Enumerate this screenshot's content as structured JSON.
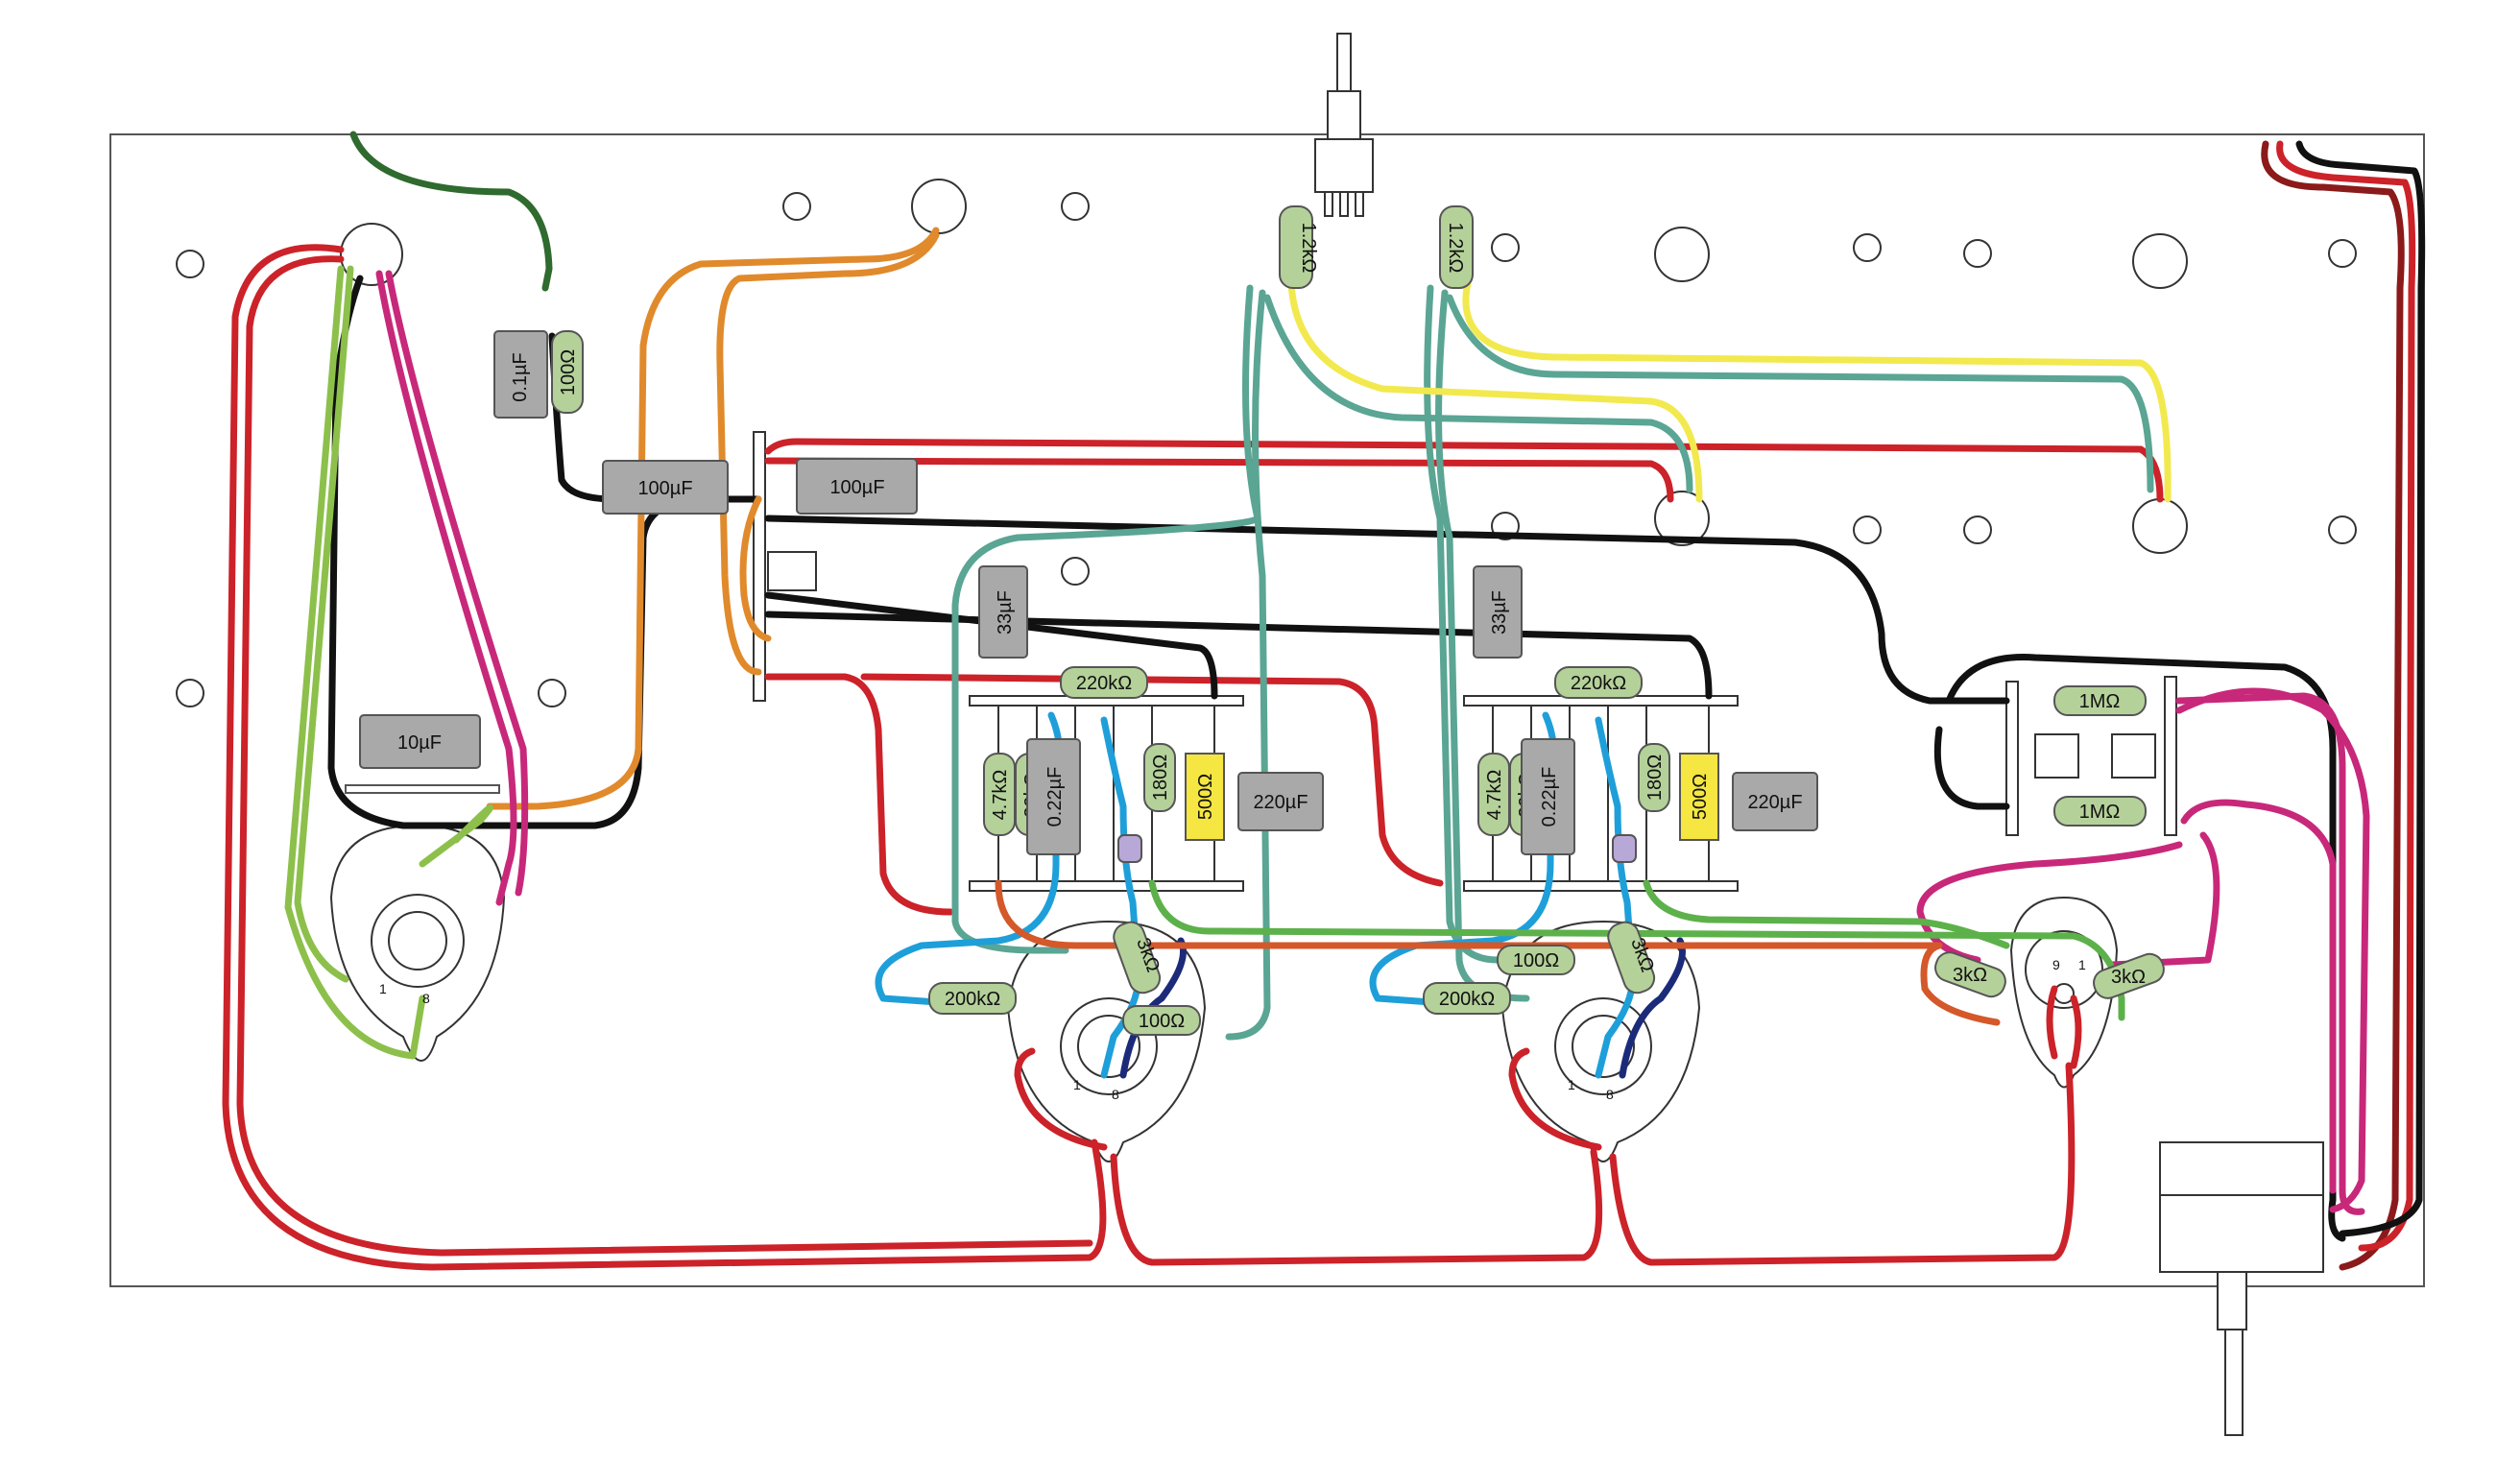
{
  "colors": {
    "red": "#cc2229",
    "black": "#111111",
    "orange": "#e08a2c",
    "yellow": "#f2e94e",
    "teal": "#5aa593",
    "blue": "#1e9fd9",
    "navy": "#1c2a7a",
    "lime": "#8cc04b",
    "magenta": "#c8287a",
    "darkred": "#8b1a1a",
    "darkgreen": "#2f6a2f",
    "rust": "#d4582a",
    "green": "#5db14a",
    "resistor": "#b5d19a",
    "capacitor": "#a9a9a9",
    "pot": "#f5e642"
  },
  "components": {
    "c1_0uf1": "0.1µF",
    "r1_100": "100Ω",
    "c2_100uf": "100µF",
    "c3_100uf": "100µF",
    "c4_10uf": "10µF",
    "r_sw1": "1.2kΩ",
    "r_sw2": "1.2kΩ",
    "ch1": {
      "c_33": "33µF",
      "r_220k": "220kΩ",
      "r_4k7": "4.7kΩ",
      "r_39k": "39kΩ",
      "c_022": "0.22µF",
      "r_180": "180Ω",
      "p_500": "500Ω",
      "c_220": "220µF",
      "r_200k": "200kΩ",
      "r_3k": "3kΩ",
      "r_100": "100Ω"
    },
    "ch2": {
      "c_33": "33µF",
      "r_220k": "220kΩ",
      "r_4k7": "4.7kΩ",
      "r_39k": "39kΩ",
      "c_022": "0.22µF",
      "r_180": "180Ω",
      "p_500": "500Ω",
      "c_220": "220µF",
      "r_200k": "200kΩ",
      "r_3k": "3kΩ",
      "r_100": "100Ω"
    },
    "r_1m_a": "1MΩ",
    "r_1m_b": "1MΩ",
    "r_3k_l": "3kΩ",
    "r_3k_r": "3kΩ"
  },
  "pin_labels": {
    "one": "1",
    "eight": "8",
    "nine": "9"
  }
}
